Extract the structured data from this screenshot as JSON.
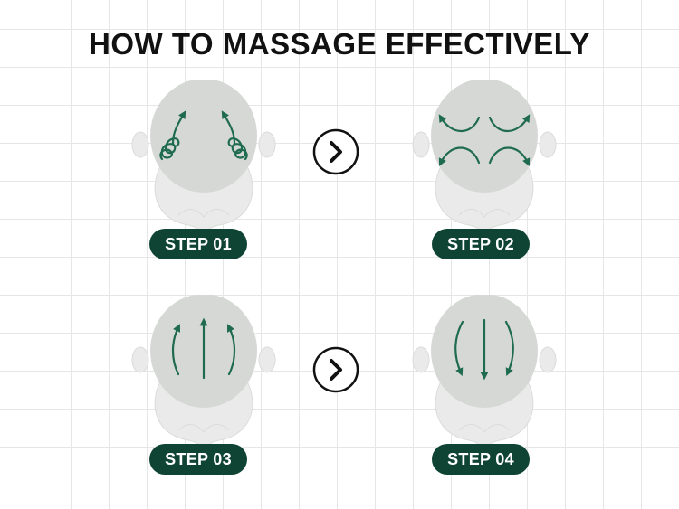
{
  "title": "HOW TO MASSAGE EFFECTIVELY",
  "colors": {
    "accent_green": "#1f6b50",
    "badge_green": "#0f4434",
    "scalp_gray": "#d6d8d6",
    "neck_gray": "#e9eae9"
  },
  "steps": [
    {
      "label": "STEP 01",
      "motion": "circular spirals upward"
    },
    {
      "label": "STEP 02",
      "motion": "curved strokes outward"
    },
    {
      "label": "STEP 03",
      "motion": "straight strokes upward"
    },
    {
      "label": "STEP 04",
      "motion": "straight strokes downward"
    }
  ],
  "icons": {
    "next": "chevron-right-circle-icon"
  }
}
